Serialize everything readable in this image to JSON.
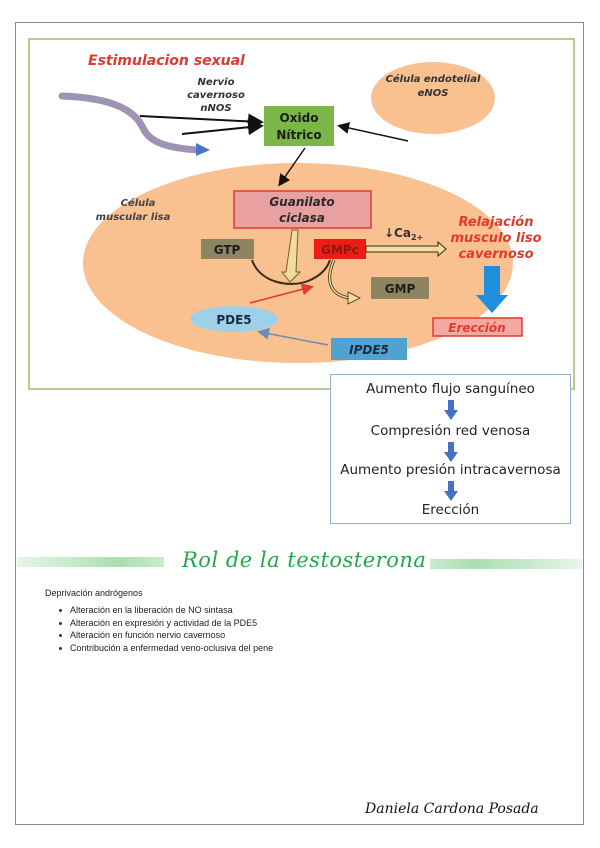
{
  "figure": {
    "stimulus_title": "Estimulacion sexual",
    "nerve_label": [
      "Nervio",
      "cavernoso",
      "nNOS"
    ],
    "endothelial_label": [
      "Célula endotelial",
      "eNOS"
    ],
    "nitric_oxide": [
      "Oxido",
      "Nítrico"
    ],
    "smooth_muscle_label": [
      "Célula",
      "muscular lisa"
    ],
    "guanylate_cyclase": [
      "Guanilato",
      "ciclasa"
    ],
    "gtp": "GTP",
    "gmpc": "GMPc",
    "gmp": "GMP",
    "calcium": "↓Ca",
    "calcium_sub": "2+",
    "relaxation": [
      "Relajación",
      "musculo liso",
      "cavernoso"
    ],
    "erection": "Erección",
    "pde5": "PDE5",
    "ipde5": "IPDE5",
    "colors": {
      "red_text": "#e03a2f",
      "cell_fill": "#f9c090",
      "green_box": "#7ab648",
      "gc_fill": "#e8a0a0",
      "olive_box": "#8c8560",
      "gmpc_fill": "#ee1c14",
      "pde5_fill": "#9fd0ea",
      "ipde5_fill": "#4fa3d1",
      "blue_arrow": "#1f8fdc"
    }
  },
  "flow": {
    "steps": [
      "Aumento flujo sanguíneo",
      "Compresión red venosa",
      "Aumento presión intracavernosa",
      "Erección"
    ]
  },
  "section": {
    "heading": "Rol de la testosterona",
    "intro": "Deprivación andrógenos",
    "bullets": [
      "Alteración en la liberación de NO sintasa",
      "Alteración en expresión y actividad de la PDE5",
      "Alteración en función nervio cavernoso",
      "Contribución a enfermedad veno-oclusiva del pene"
    ]
  },
  "author": "Daniela Cardona Posada"
}
